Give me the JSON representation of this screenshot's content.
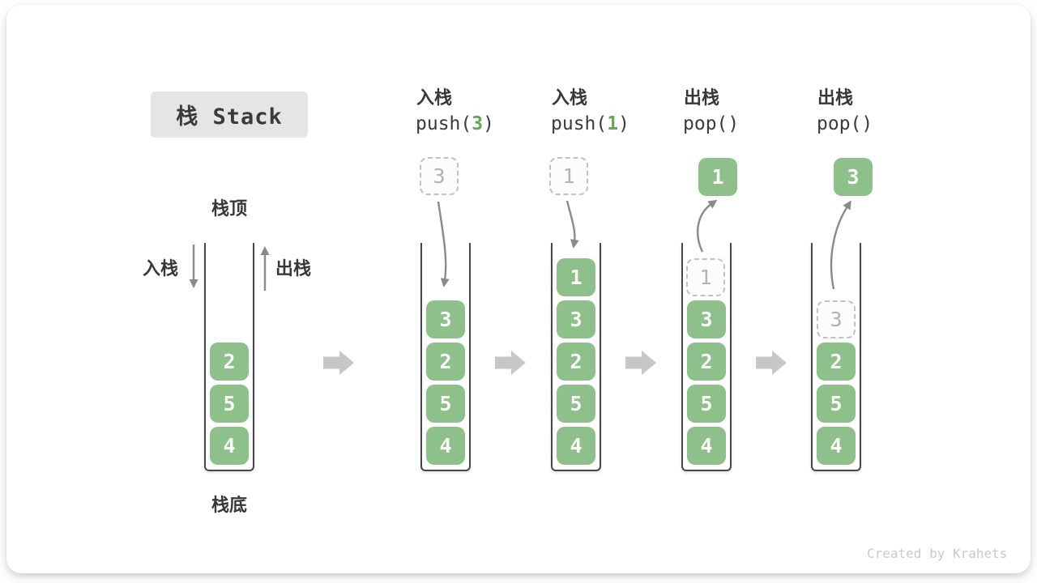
{
  "title": "栈 Stack",
  "watermark": "Created by Krahets",
  "first_stack": {
    "top_label": "栈顶",
    "bottom_label": "栈底",
    "push_label": "入栈",
    "pop_label": "出栈"
  },
  "columns": [
    {
      "stack": [
        "2",
        "5",
        "4"
      ]
    },
    {
      "op": "入栈",
      "code": {
        "pre": "push(",
        "arg": "3",
        "post": ")"
      },
      "float": "3",
      "stack": [
        "3",
        "2",
        "5",
        "4"
      ]
    },
    {
      "op": "入栈",
      "code": {
        "pre": "push(",
        "arg": "1",
        "post": ")"
      },
      "float": "1",
      "stack": [
        "1",
        "3",
        "2",
        "5",
        "4"
      ]
    },
    {
      "op": "出栈",
      "code": {
        "pre": "pop()"
      },
      "float": "1",
      "stack": [
        "1",
        "3",
        "2",
        "5",
        "4"
      ]
    },
    {
      "op": "出栈",
      "code": {
        "pre": "pop()"
      },
      "float": "3",
      "stack": [
        "3",
        "2",
        "5",
        "4"
      ]
    }
  ],
  "colors": {
    "box_green": "#8dc08a",
    "code_green": "#68a457",
    "arrow_gray": "#8a8a8a",
    "block_arrow_gray": "#c7c7c7",
    "ghost_border": "#c2c2c2",
    "well_wall": "#474747",
    "title_bg": "#e5e5e5",
    "text_dark": "#3a3a3a",
    "watermark_gray": "#cacaca"
  }
}
